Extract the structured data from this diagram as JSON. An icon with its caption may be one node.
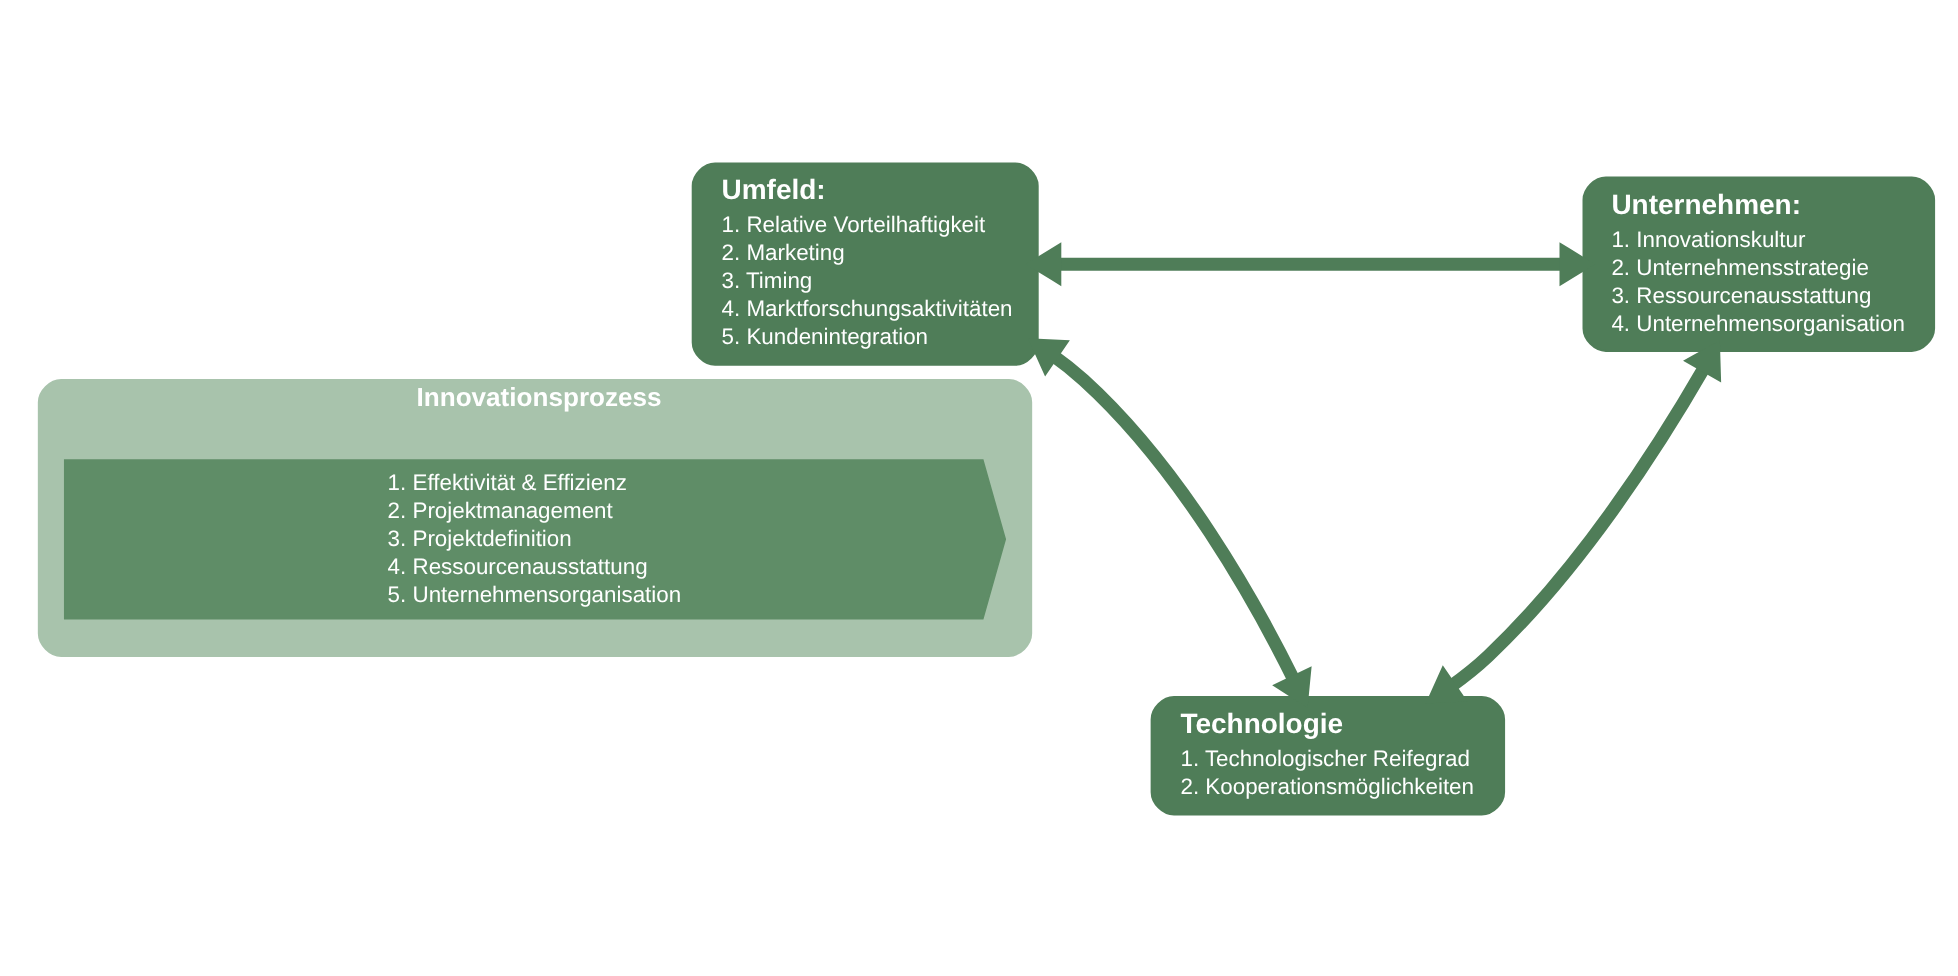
{
  "diagram": {
    "nodes": [
      {
        "text": [
          "Umfeld:",
          "1. Relative Vorteilhaftigkeit",
          "2. Marketing",
          "3. Timing",
          "4. Marktforschungsaktivitäten",
          "5. Kundenintegration"
        ]
      },
      {
        "text": [
          "Unternehmen:",
          "1. Innovationskultur",
          "2. Unternehmensstrategie",
          "3. Ressourcenausstattung",
          "4. Unternehmensorganisation"
        ]
      },
      {
        "text": [
          "Innovationsprozess"
        ]
      },
      {
        "text": [
          "1. Effektivität & Effizienz",
          "2. Projektmanagement",
          "3. Projektdefinition",
          "4. Ressourcenausstattung",
          "5. Unternehmensorganisation"
        ],
        "in": 2
      },
      {
        "text": [
          "Technologie",
          "1. Technologischer Reifegrad",
          "2. Kooperationsmöglichkeiten"
        ]
      }
    ],
    "edges": [
      {
        "from": 0,
        "to": 1,
        "arrow": "both"
      },
      {
        "from": 0,
        "to": 4,
        "arrow": "both"
      },
      {
        "from": 1,
        "to": 4,
        "arrow": "both"
      }
    ]
  }
}
